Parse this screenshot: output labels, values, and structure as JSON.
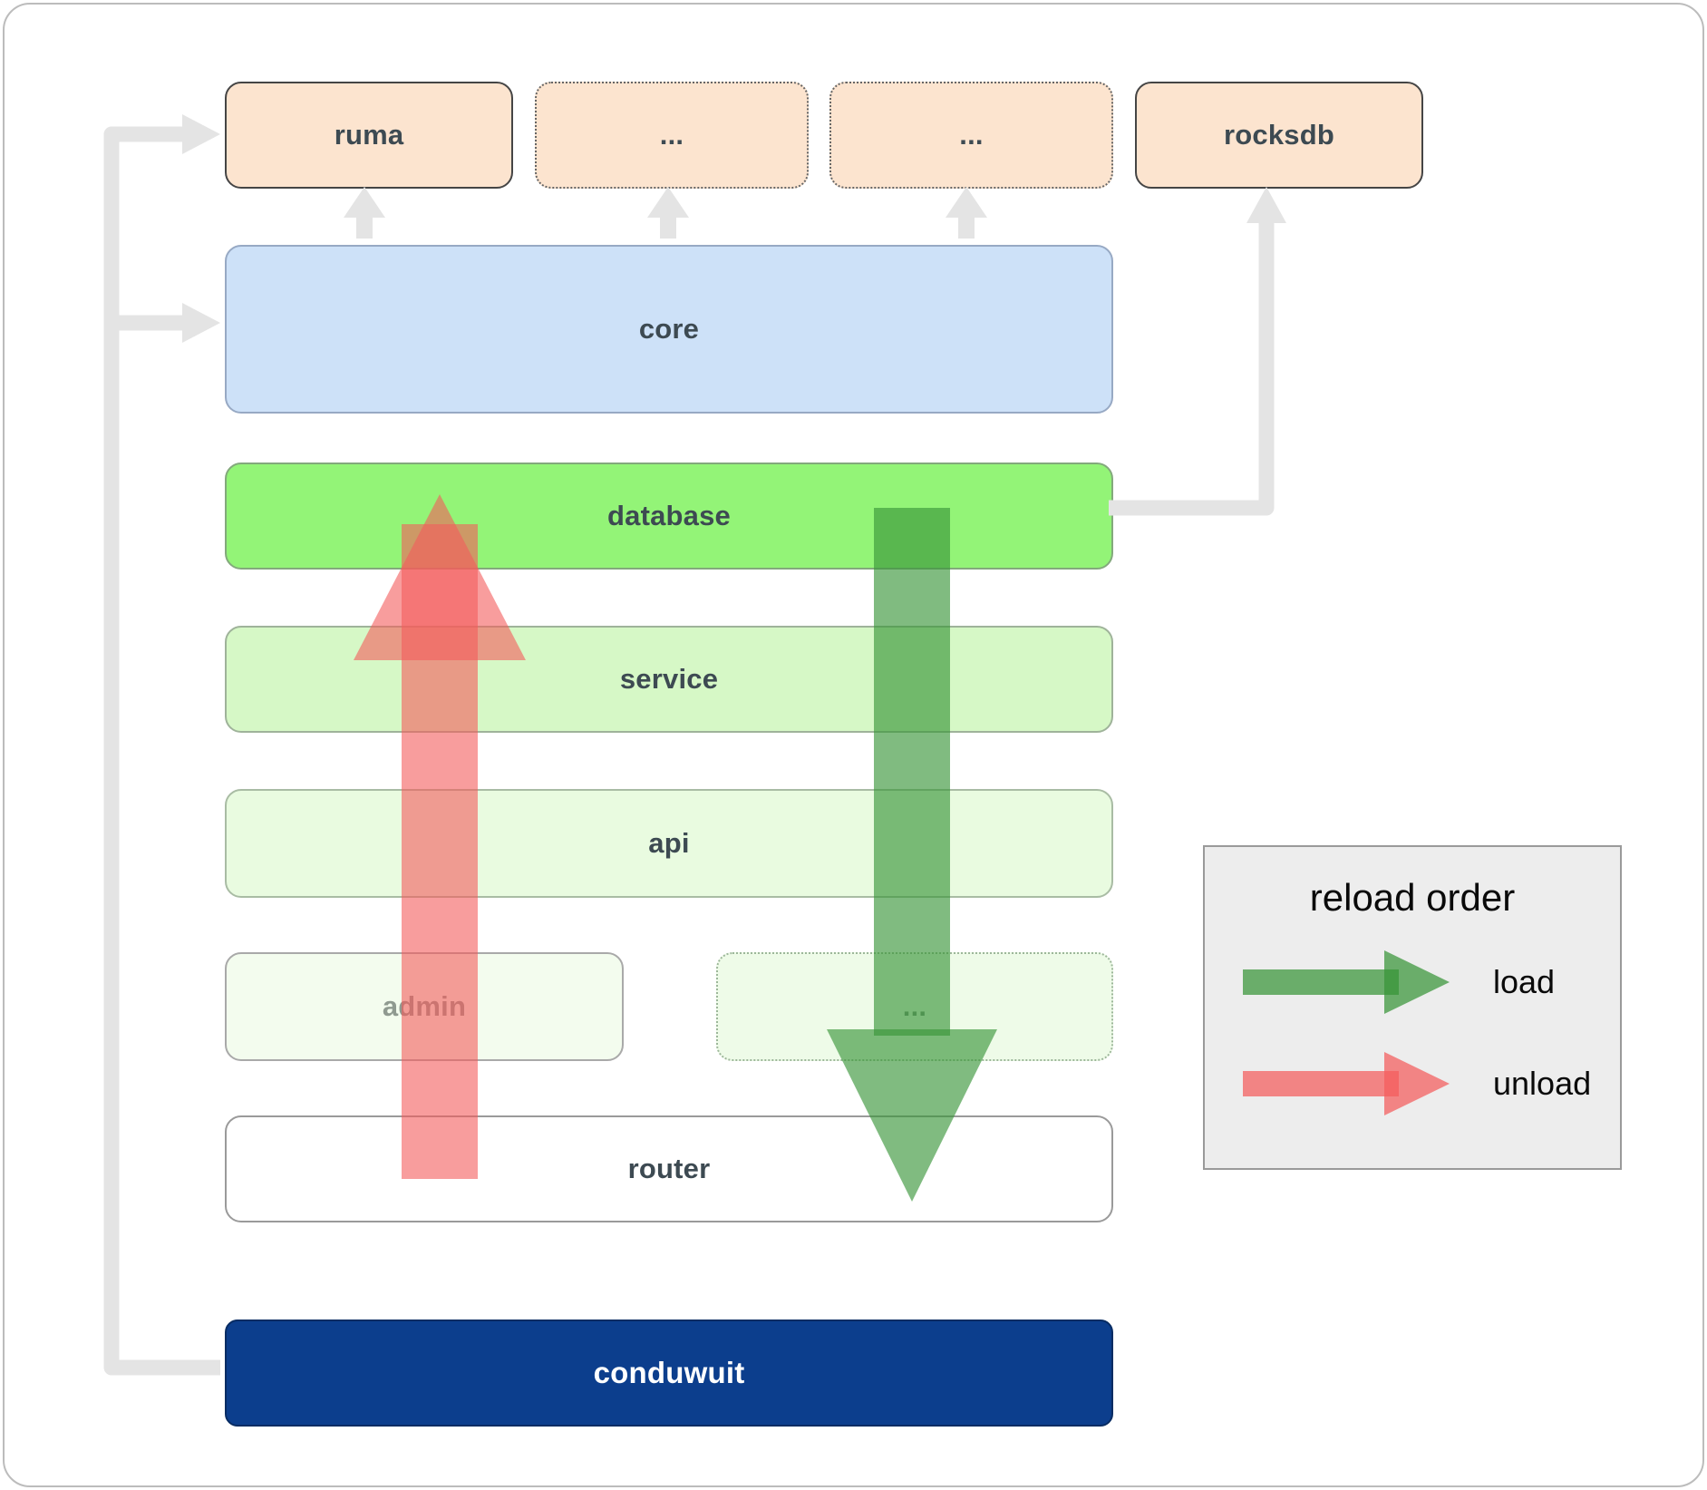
{
  "boxes": {
    "ruma": "ruma",
    "ellipsis_top_1": "...",
    "ellipsis_top_2": "...",
    "rocksdb": "rocksdb",
    "core": "core",
    "database": "database",
    "service": "service",
    "api": "api",
    "admin": "admin",
    "ellipsis_bottom": "...",
    "router": "router",
    "conduwuit": "conduwuit"
  },
  "legend": {
    "title": "reload order",
    "load_label": "load",
    "unload_label": "unload"
  },
  "arrows": {
    "load": {
      "direction": "down",
      "color": "#389438"
    },
    "unload": {
      "direction": "up",
      "color": "#f45c5c"
    }
  },
  "colors": {
    "peach_box": "#fce4cf",
    "core_blue": "#cde1f8",
    "database_green": "#93f477",
    "service_green": "#d6f8c6",
    "api_green": "#e9fbe0",
    "conduwuit_navy": "#0c3e8d",
    "connector_gray": "#e4e4e4",
    "legend_bg": "#ededed"
  }
}
